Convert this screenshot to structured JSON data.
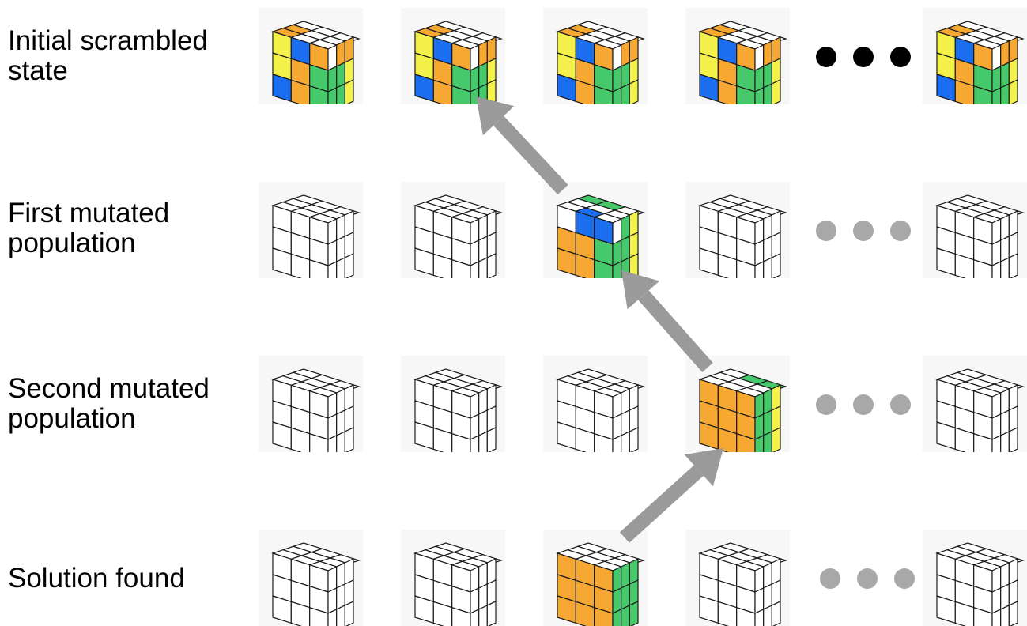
{
  "colors": {
    "orange": "#f7a833",
    "green": "#46c96a",
    "blue": "#1c6ef0",
    "yellow": "#f4f24a",
    "white": "#ffffff",
    "arrow": "#9a9a9a",
    "dot_dark": "#000000",
    "dot_grey": "#a8a8a8",
    "cell_bg": "#f7f7f7"
  },
  "rows": [
    {
      "label": [
        "Initial scrambled",
        "state"
      ],
      "dots_color": "dot_dark",
      "cubes": [
        {
          "top": [
            "W",
            "W",
            "W",
            "O",
            "W",
            "W",
            "O",
            "W",
            "W"
          ],
          "front": [
            "Y",
            "B",
            "O",
            "Y",
            "O",
            "G",
            "B",
            "O",
            "G"
          ],
          "right": [
            "W",
            "O",
            "O",
            "G",
            "G",
            "Y",
            "G",
            "G",
            "Y"
          ]
        },
        {
          "top": [
            "W",
            "W",
            "W",
            "O",
            "W",
            "W",
            "O",
            "W",
            "W"
          ],
          "front": [
            "Y",
            "B",
            "O",
            "Y",
            "O",
            "G",
            "B",
            "O",
            "G"
          ],
          "right": [
            "W",
            "O",
            "O",
            "G",
            "G",
            "Y",
            "G",
            "G",
            "Y"
          ]
        },
        {
          "top": [
            "W",
            "W",
            "W",
            "O",
            "W",
            "W",
            "O",
            "W",
            "W"
          ],
          "front": [
            "Y",
            "B",
            "O",
            "Y",
            "O",
            "G",
            "B",
            "O",
            "G"
          ],
          "right": [
            "W",
            "O",
            "O",
            "G",
            "G",
            "Y",
            "G",
            "G",
            "Y"
          ]
        },
        {
          "top": [
            "W",
            "W",
            "W",
            "O",
            "W",
            "W",
            "O",
            "W",
            "W"
          ],
          "front": [
            "Y",
            "B",
            "O",
            "Y",
            "O",
            "G",
            "B",
            "O",
            "G"
          ],
          "right": [
            "W",
            "O",
            "O",
            "G",
            "G",
            "Y",
            "G",
            "G",
            "Y"
          ]
        },
        {
          "top": [
            "W",
            "W",
            "W",
            "O",
            "W",
            "W",
            "O",
            "W",
            "W"
          ],
          "front": [
            "Y",
            "B",
            "O",
            "Y",
            "O",
            "G",
            "B",
            "O",
            "G"
          ],
          "right": [
            "W",
            "O",
            "O",
            "G",
            "G",
            "Y",
            "G",
            "G",
            "Y"
          ]
        }
      ]
    },
    {
      "label": [
        "First mutated",
        "population"
      ],
      "dots_color": "dot_grey",
      "cubes": [
        null,
        null,
        {
          "top": [
            "G",
            "G",
            "W",
            "W",
            "W",
            "W",
            "W",
            "B",
            "W"
          ],
          "front": [
            "W",
            "B",
            "B",
            "O",
            "O",
            "G",
            "O",
            "O",
            "G"
          ],
          "right": [
            "W",
            "G",
            "Y",
            "G",
            "G",
            "Y",
            "G",
            "G",
            "Y"
          ]
        },
        null,
        null
      ]
    },
    {
      "label": [
        "Second mutated",
        "population"
      ],
      "dots_color": "dot_grey",
      "cubes": [
        null,
        null,
        null,
        {
          "top": [
            "W",
            "G",
            "G",
            "W",
            "W",
            "W",
            "W",
            "W",
            "W"
          ],
          "front": [
            "O",
            "O",
            "O",
            "O",
            "O",
            "O",
            "O",
            "O",
            "O"
          ],
          "right": [
            "G",
            "G",
            "Y",
            "G",
            "G",
            "Y",
            "G",
            "G",
            "Y"
          ]
        },
        null
      ]
    },
    {
      "label": [
        "Solution found"
      ],
      "dots_color": "dot_grey",
      "cubes": [
        null,
        null,
        {
          "top": [
            "W",
            "W",
            "W",
            "W",
            "W",
            "W",
            "W",
            "W",
            "W"
          ],
          "front": [
            "O",
            "O",
            "O",
            "O",
            "O",
            "O",
            "O",
            "O",
            "O"
          ],
          "right": [
            "G",
            "G",
            "G",
            "G",
            "G",
            "G",
            "G",
            "G",
            "G"
          ]
        },
        null,
        null
      ]
    }
  ]
}
